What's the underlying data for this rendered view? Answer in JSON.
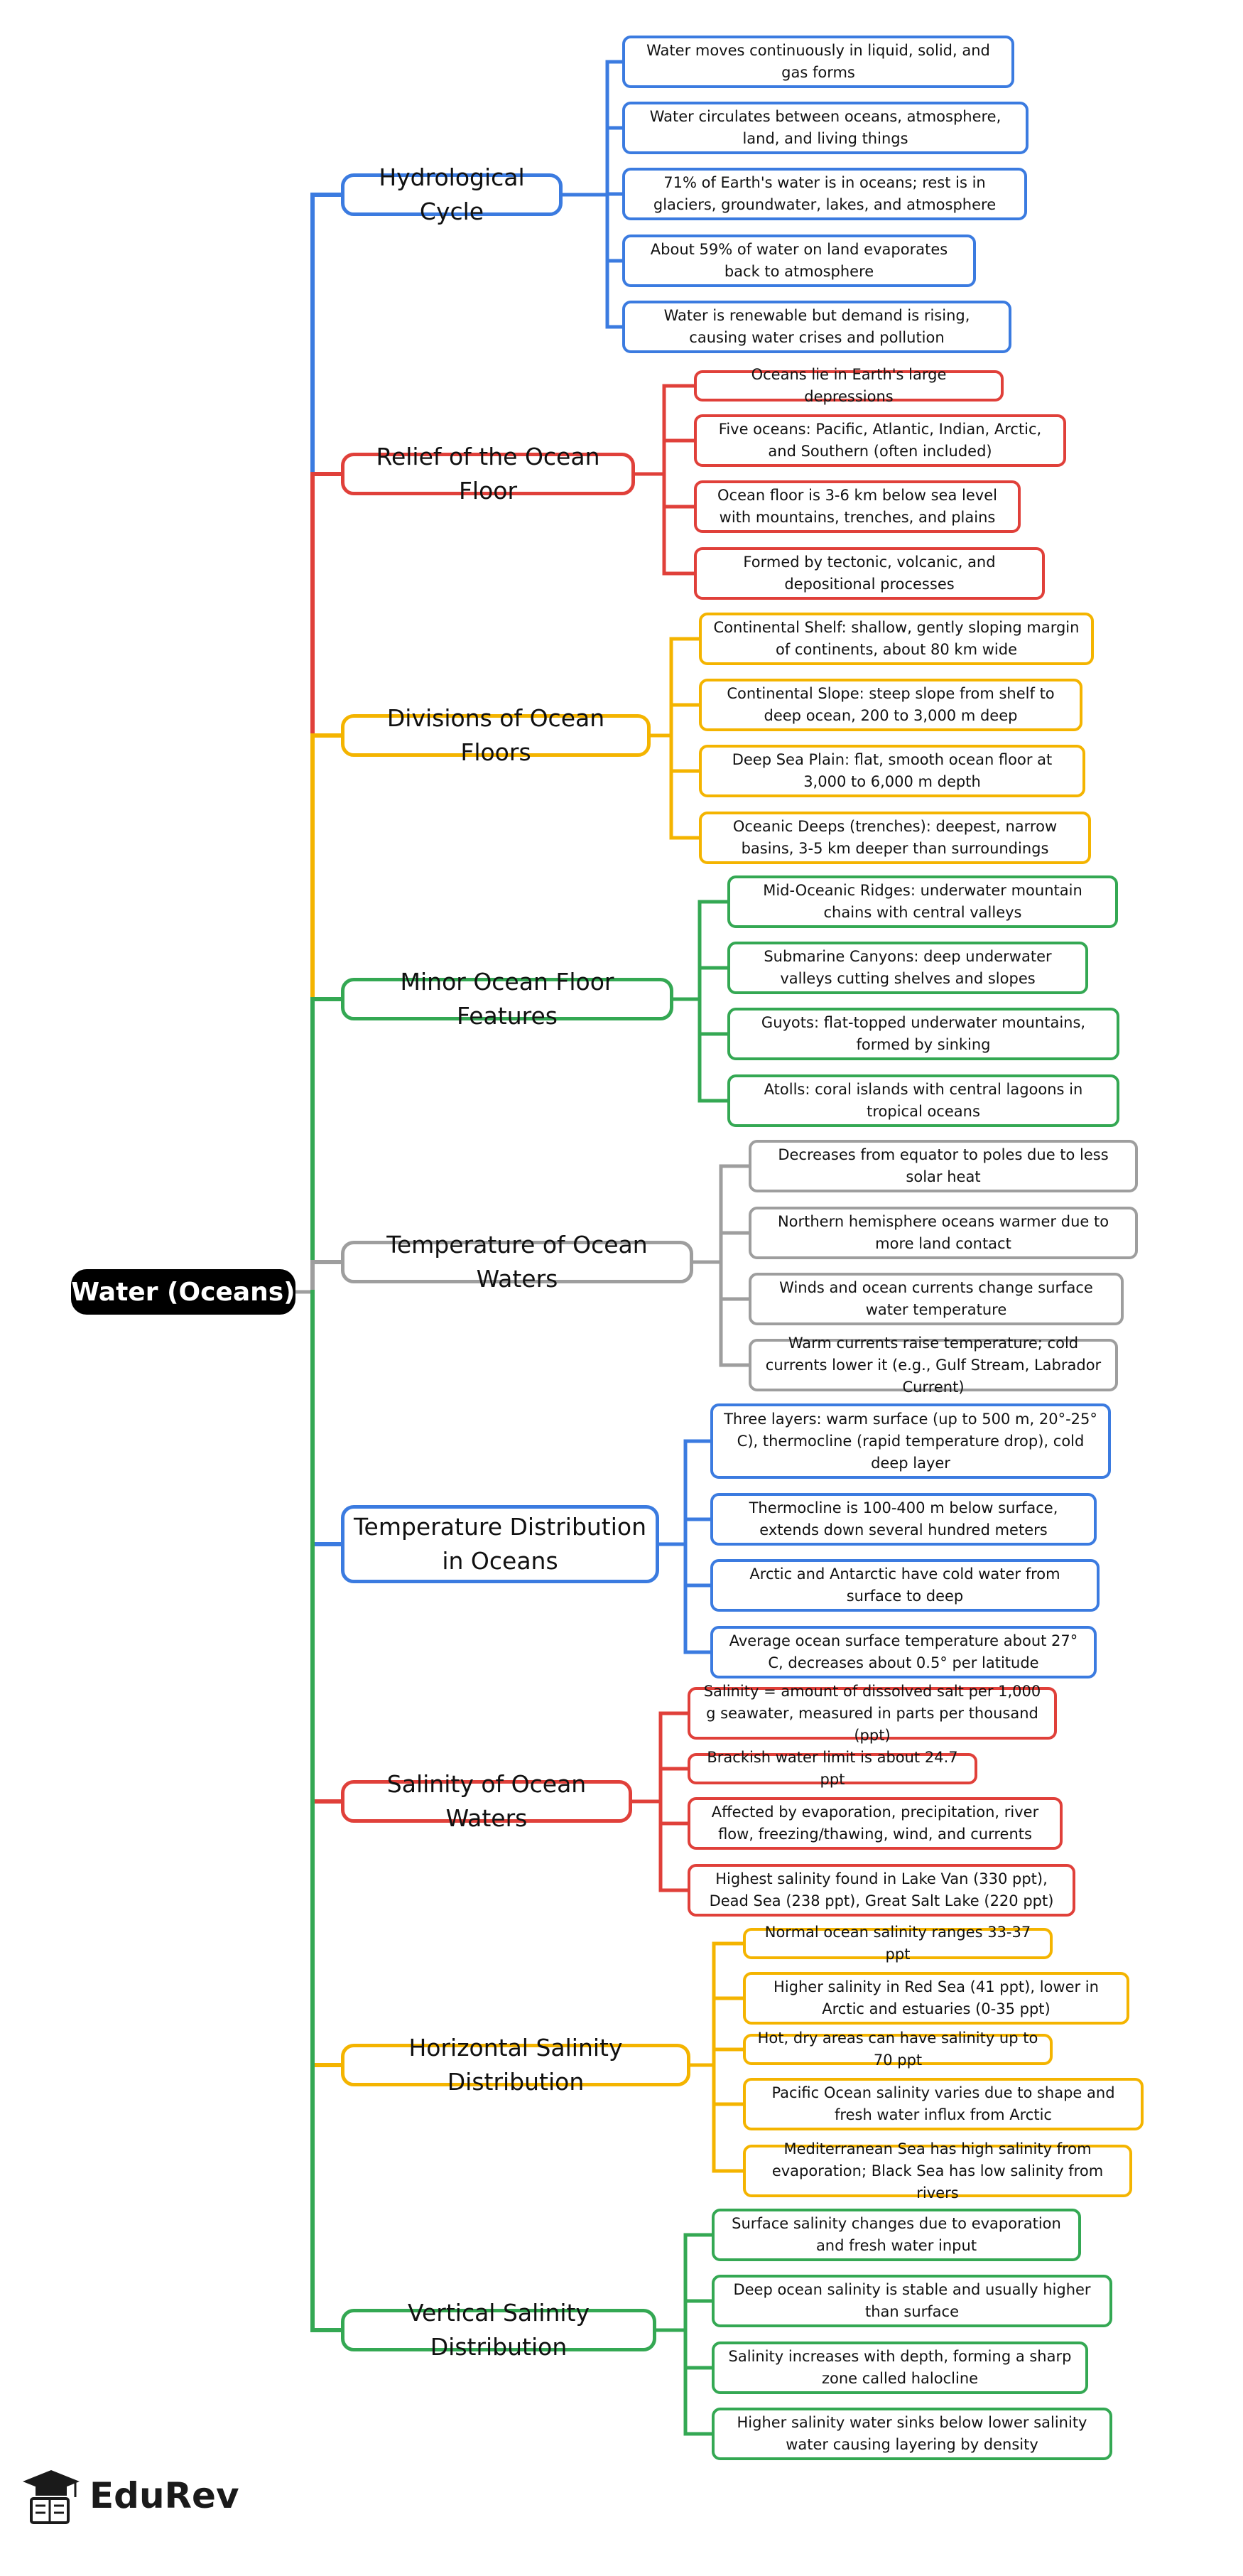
{
  "root": {
    "label": "Water (Oceans)"
  },
  "brand": {
    "name": "EduRev"
  },
  "colors": {
    "blue": "#3b7be0",
    "red": "#e0403a",
    "yellow": "#f4b400",
    "green": "#34a853",
    "gray": "#9e9e9e"
  },
  "topics": [
    {
      "label": "Hydrological Cycle",
      "color": "blue",
      "leaves": [
        "Water moves continuously in liquid, solid, and gas forms",
        "Water circulates between oceans, atmosphere, land, and living things",
        "71% of Earth's water is in oceans; rest is in glaciers, groundwater, lakes, and atmosphere",
        "About 59% of water on land evaporates back to atmosphere",
        "Water is renewable but demand is rising, causing water crises and pollution"
      ]
    },
    {
      "label": "Relief of the Ocean Floor",
      "color": "red",
      "leaves": [
        "Oceans lie in Earth's large depressions",
        "Five oceans: Pacific, Atlantic, Indian, Arctic, and Southern (often included)",
        "Ocean floor is 3-6 km below sea level with mountains, trenches, and plains",
        "Formed by tectonic, volcanic, and depositional processes"
      ]
    },
    {
      "label": "Divisions of Ocean Floors",
      "color": "yellow",
      "leaves": [
        "Continental Shelf: shallow, gently sloping margin of continents, about 80 km wide",
        "Continental Slope: steep slope from shelf to deep ocean, 200 to 3,000 m deep",
        "Deep Sea Plain: flat, smooth ocean floor at 3,000 to 6,000 m depth",
        "Oceanic Deeps (trenches): deepest, narrow basins, 3-5 km deeper than surroundings"
      ]
    },
    {
      "label": "Minor Ocean Floor Features",
      "color": "green",
      "leaves": [
        "Mid-Oceanic Ridges: underwater mountain chains with central valleys",
        "Submarine Canyons: deep underwater valleys cutting shelves and slopes",
        "Guyots: flat-topped underwater mountains, formed by sinking",
        "Atolls: coral islands with central lagoons in tropical oceans"
      ]
    },
    {
      "label": "Temperature of Ocean Waters",
      "color": "gray",
      "leaves": [
        "Decreases from equator to poles due to less solar heat",
        "Northern hemisphere oceans warmer due to more land contact",
        "Winds and ocean currents change surface water temperature",
        "Warm currents raise temperature; cold currents lower it (e.g., Gulf Stream, Labrador Current)"
      ]
    },
    {
      "label": "Temperature Distribution in Oceans",
      "color": "blue",
      "leaves": [
        "Three layers: warm surface (up to 500 m, 20°-25° C), thermocline (rapid temperature drop), cold deep layer",
        "Thermocline is 100-400 m below surface, extends down several hundred meters",
        "Arctic and Antarctic have cold water from surface to deep",
        "Average ocean surface temperature about 27° C, decreases about 0.5° per latitude"
      ]
    },
    {
      "label": "Salinity of Ocean Waters",
      "color": "red",
      "leaves": [
        "Salinity = amount of dissolved salt per 1,000 g seawater, measured in parts per thousand (ppt)",
        "Brackish water limit is about 24.7 ppt",
        "Affected by evaporation, precipitation, river flow, freezing/thawing, wind, and currents",
        "Highest salinity found in Lake Van (330 ppt), Dead Sea (238 ppt), Great Salt Lake (220 ppt)"
      ]
    },
    {
      "label": "Horizontal Salinity Distribution",
      "color": "yellow",
      "leaves": [
        "Normal ocean salinity ranges 33-37 ppt",
        "Higher salinity in Red Sea (41 ppt), lower in Arctic and estuaries (0-35 ppt)",
        "Hot, dry areas can have salinity up to 70 ppt",
        "Pacific Ocean salinity varies due to shape and fresh water influx from Arctic",
        "Mediterranean Sea has high salinity from evaporation; Black Sea has low salinity from rivers"
      ]
    },
    {
      "label": "Vertical Salinity Distribution",
      "color": "green",
      "leaves": [
        "Surface salinity changes due to evaporation and fresh water input",
        "Deep ocean salinity is stable and usually higher than surface",
        "Salinity increases with depth, forming a sharp zone called halocline",
        "Higher salinity water sinks below lower salinity water causing layering by density"
      ]
    }
  ]
}
